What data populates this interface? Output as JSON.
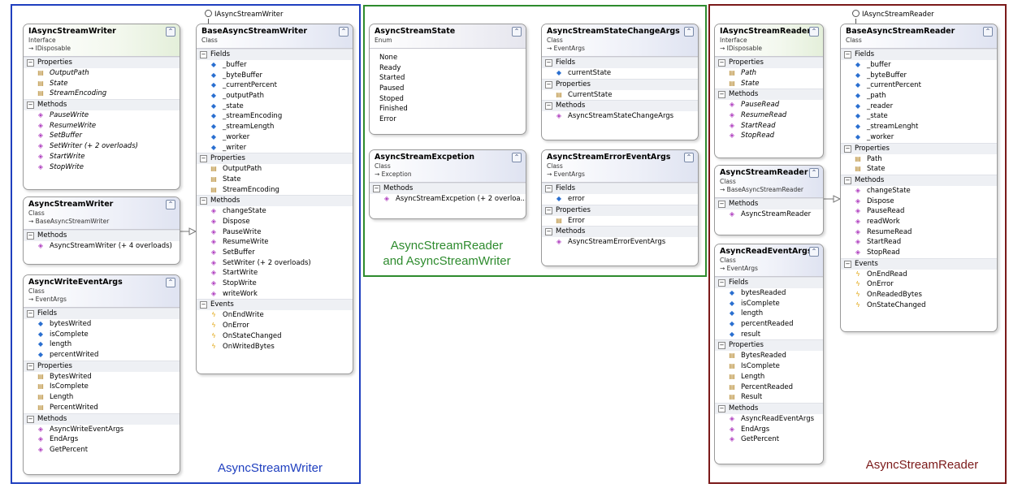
{
  "colors": {
    "writer_group": "#1f3fbf",
    "main_group": "#2e8b2e",
    "reader_group": "#7b1a1a"
  },
  "groups": {
    "writer": {
      "caption": "AsyncStreamWriter"
    },
    "main": {
      "caption_line1": "AsyncStreamReader",
      "caption_line2": "and AsyncStreamWriter"
    },
    "reader": {
      "caption": "AsyncStreamReader"
    }
  },
  "lollipops": {
    "writer": "IAsyncStreamWriter",
    "reader": "IAsyncStreamReader"
  },
  "collapse_glyph": "⌃",
  "boxes": {
    "iasyncstreamwriter": {
      "name": "IAsyncStreamWriter",
      "kind": "Interface",
      "base": "→ IDisposable",
      "sections": [
        {
          "title": "Properties",
          "icon": "property-icon",
          "items": [
            "OutputPath",
            "State",
            "StreamEncoding"
          ]
        },
        {
          "title": "Methods",
          "icon": "method-icon",
          "items": [
            "PauseWrite",
            "ResumeWrite",
            "SetBuffer",
            "SetWriter (+ 2 overloads)",
            "StartWrite",
            "StopWrite"
          ]
        }
      ]
    },
    "asyncstreamwriter": {
      "name": "AsyncStreamWriter",
      "kind": "Class",
      "base": "→ BaseAsyncStreamWriter",
      "sections": [
        {
          "title": "Methods",
          "icon": "method-icon",
          "items": [
            "AsyncStreamWriter (+ 4 overloads)"
          ]
        }
      ]
    },
    "asyncwriteeventargs": {
      "name": "AsyncWriteEventArgs",
      "kind": "Class",
      "base": "→ EventArgs",
      "sections": [
        {
          "title": "Fields",
          "icon": "field-icon",
          "items": [
            "bytesWrited",
            "isComplete",
            "length",
            "percentWrited"
          ]
        },
        {
          "title": "Properties",
          "icon": "property-icon",
          "items": [
            "BytesWrited",
            "IsComplete",
            "Length",
            "PercentWrited"
          ]
        },
        {
          "title": "Methods",
          "icon": "method-icon",
          "items": [
            "AsyncWriteEventArgs",
            "EndArgs",
            "GetPercent"
          ]
        }
      ]
    },
    "baseasyncstreamwriter": {
      "name": "BaseAsyncStreamWriter",
      "kind": "Class",
      "base": "",
      "sections": [
        {
          "title": "Fields",
          "icon": "field-icon",
          "items": [
            "_buffer",
            "_byteBuffer",
            "_currentPercent",
            "_outputPath",
            "_state",
            "_streamEncoding",
            "_streamLength",
            "_worker",
            "_writer"
          ]
        },
        {
          "title": "Properties",
          "icon": "property-icon",
          "items": [
            "OutputPath",
            "State",
            "StreamEncoding"
          ]
        },
        {
          "title": "Methods",
          "icon": "method-icon",
          "items": [
            "changeState",
            "Dispose",
            "PauseWrite",
            "ResumeWrite",
            "SetBuffer",
            "SetWriter (+ 2 overloads)",
            "StartWrite",
            "StopWrite",
            "writeWork"
          ]
        },
        {
          "title": "Events",
          "icon": "event-icon",
          "items": [
            "OnEndWrite",
            "OnError",
            "OnStateChanged",
            "OnWritedBytes"
          ]
        }
      ]
    },
    "asyncstreamstate": {
      "name": "AsyncStreamState",
      "kind": "Enum",
      "base": "",
      "values": [
        "None",
        "Ready",
        "Started",
        "Paused",
        "Stoped",
        "Finished",
        "Error"
      ]
    },
    "asyncstreamstatechangeargs": {
      "name": "AsyncStreamStateChangeArgs",
      "kind": "Class",
      "base": "→ EventArgs",
      "sections": [
        {
          "title": "Fields",
          "icon": "field-icon",
          "items": [
            "currentState"
          ]
        },
        {
          "title": "Properties",
          "icon": "property-icon",
          "items": [
            "CurrentState"
          ]
        },
        {
          "title": "Methods",
          "icon": "method-icon",
          "items": [
            "AsyncStreamStateChangeArgs"
          ]
        }
      ]
    },
    "asyncstreamexcpetion": {
      "name": "AsyncStreamExcpetion",
      "kind": "Class",
      "base": "→ Exception",
      "sections": [
        {
          "title": "Methods",
          "icon": "method-icon",
          "items": [
            "AsyncStreamExcpetion (+ 2 overloa..."
          ]
        }
      ]
    },
    "asyncstreamerroreventargs": {
      "name": "AsyncStreamErrorEventArgs",
      "kind": "Class",
      "base": "→ EventArgs",
      "sections": [
        {
          "title": "Fields",
          "icon": "field-icon",
          "items": [
            "error"
          ]
        },
        {
          "title": "Properties",
          "icon": "property-icon",
          "items": [
            "Error"
          ]
        },
        {
          "title": "Methods",
          "icon": "method-icon",
          "items": [
            "AsyncStreamErrorEventArgs"
          ]
        }
      ]
    },
    "iasyncstreamreader": {
      "name": "IAsyncStreamReader",
      "kind": "Interface",
      "base": "→ IDisposable",
      "sections": [
        {
          "title": "Properties",
          "icon": "property-icon",
          "items": [
            "Path",
            "State"
          ]
        },
        {
          "title": "Methods",
          "icon": "method-icon",
          "items": [
            "PauseRead",
            "ResumeRead",
            "StartRead",
            "StopRead"
          ]
        }
      ]
    },
    "asyncstreamreader": {
      "name": "AsyncStreamReader",
      "kind": "Class",
      "base": "→ BaseAsyncStreamReader",
      "sections": [
        {
          "title": "Methods",
          "icon": "method-icon",
          "items": [
            "AsyncStreamReader"
          ]
        }
      ]
    },
    "asyncreadeventargs": {
      "name": "AsyncReadEventArgs",
      "kind": "Class",
      "base": "→ EventArgs",
      "sections": [
        {
          "title": "Fields",
          "icon": "field-icon",
          "items": [
            "bytesReaded",
            "isComplete",
            "length",
            "percentReaded",
            "result"
          ]
        },
        {
          "title": "Properties",
          "icon": "property-icon",
          "items": [
            "BytesReaded",
            "IsComplete",
            "Length",
            "PercentReaded",
            "Result"
          ]
        },
        {
          "title": "Methods",
          "icon": "method-icon",
          "items": [
            "AsyncReadEventArgs",
            "EndArgs",
            "GetPercent"
          ]
        }
      ]
    },
    "baseasyncstreamreader": {
      "name": "BaseAsyncStreamReader",
      "kind": "Class",
      "base": "",
      "sections": [
        {
          "title": "Fields",
          "icon": "field-icon",
          "items": [
            "_buffer",
            "_byteBuffer",
            "_currentPercent",
            "_path",
            "_reader",
            "_state",
            "_streamLenght",
            "_worker"
          ]
        },
        {
          "title": "Properties",
          "icon": "property-icon",
          "items": [
            "Path",
            "State"
          ]
        },
        {
          "title": "Methods",
          "icon": "method-icon",
          "items": [
            "changeState",
            "Dispose",
            "PauseRead",
            "readWork",
            "ResumeRead",
            "StartRead",
            "StopRead"
          ]
        },
        {
          "title": "Events",
          "icon": "event-icon",
          "items": [
            "OnEndRead",
            "OnError",
            "OnReadedBytes",
            "OnStateChanged"
          ]
        }
      ]
    }
  }
}
